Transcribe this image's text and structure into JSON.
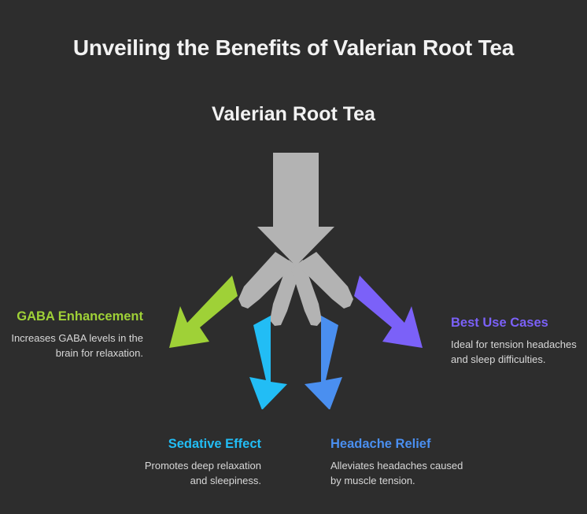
{
  "page": {
    "title": "Unveiling the Benefits of Valerian Root Tea",
    "background_color": "#2d2d2d",
    "text_color": "#f2f2f2"
  },
  "diagram": {
    "type": "radial-branching-arrows",
    "center_label": "Valerian Root Tea",
    "trunk_color": "#b3b3b3",
    "branch_count": 4,
    "branches": [
      {
        "id": "gaba",
        "heading": "GABA Enhancement",
        "body": "Increases GABA levels in the brain for relaxation.",
        "color": "#9fd137",
        "direction": "down-left-outer",
        "align": "right"
      },
      {
        "id": "sedative",
        "heading": "Sedative Effect",
        "body": "Promotes deep relaxation and sleepiness.",
        "color": "#22bdf5",
        "direction": "down-left-inner",
        "align": "right"
      },
      {
        "id": "headache",
        "heading": "Headache Relief",
        "body": "Alleviates headaches caused by muscle tension.",
        "color": "#4a8ff0",
        "direction": "down-right-inner",
        "align": "left"
      },
      {
        "id": "bestuse",
        "heading": "Best Use Cases",
        "body": "Ideal for tension headaches and sleep difficulties.",
        "color": "#7b61f8",
        "direction": "down-right-outer",
        "align": "left"
      }
    ]
  }
}
